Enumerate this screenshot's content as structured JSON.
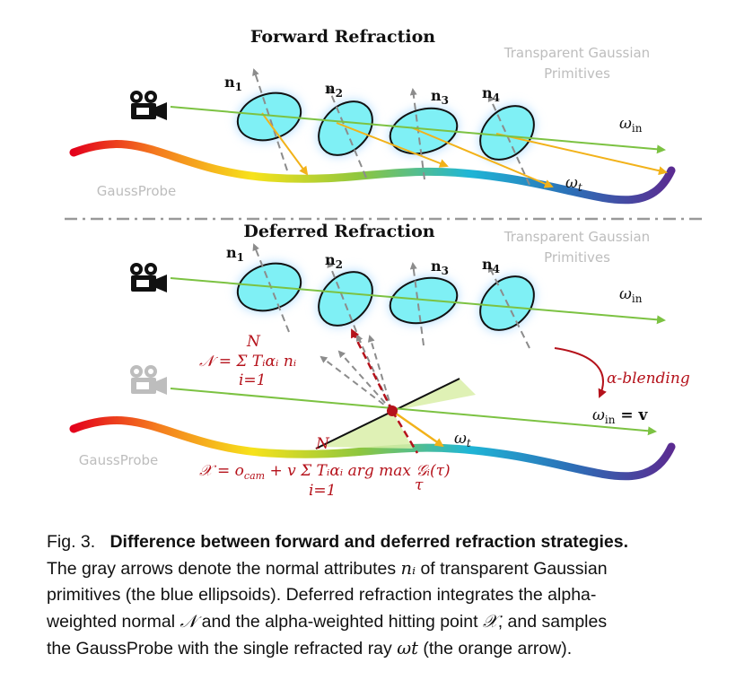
{
  "top": {
    "title": "Forward Refraction",
    "primitives_label_line1": "Transparent Gaussian",
    "primitives_label_line2": "Primitives",
    "probe_label": "GaussProbe",
    "normals": [
      "n",
      "n",
      "n",
      "n"
    ],
    "normal_subs": [
      "1",
      "2",
      "3",
      "4"
    ],
    "omega_in": "ω",
    "omega_in_sub": "in",
    "omega_t": "ω",
    "omega_t_sub": "t"
  },
  "bottom": {
    "title": "Deferred Refraction",
    "primitives_label_line1": "Transparent Gaussian",
    "primitives_label_line2": "Primitives",
    "probe_label": "GaussProbe",
    "normals": [
      "n",
      "n",
      "n",
      "n"
    ],
    "normal_subs": [
      "1",
      "2",
      "3",
      "4"
    ],
    "omega_in": "ω",
    "omega_in_sub": "in",
    "omega_in_v": "ω",
    "omega_in_v_sub": "in",
    "omega_in_v_eq": " = v",
    "omega_t": "ω",
    "omega_t_sub": "t",
    "alpha_blending": "α-blending",
    "formula_N": "𝒩 = Σ Tᵢαᵢ nᵢ",
    "formula_N_limits_top": "N",
    "formula_N_limits_bottom": "i=1",
    "formula_X": "𝒳 = o",
    "formula_X_sub": "cam",
    "formula_X_rest": " + v Σ Tᵢαᵢ arg max 𝒢ᵢ(τ)",
    "formula_X_limits_top": "N",
    "formula_X_limits_bottom": "i=1",
    "formula_X_tau": "τ"
  },
  "caption": {
    "fig_label": "Fig. 3.",
    "heading": "Difference between forward and deferred refraction strategies.",
    "line1": "The gray arrows denote the normal attributes ",
    "line1_math": "nᵢ",
    "line1_end": " of transparent Gaussian",
    "line2": "primitives (the blue ellipsoids). Deferred refraction integrates the alpha-",
    "line3a": "weighted normal ",
    "line3_math1": "𝒩",
    "line3b": " and the alpha-weighted hitting point ",
    "line3_math2": "𝒳",
    "line3c": ", and samples",
    "line4a": "the GaussProbe with the single refracted ray ",
    "line4_math": "ωt",
    "line4b": " (the orange arrow)."
  },
  "colors": {
    "ellipse_fill": "#7ff0f5",
    "ellipse_glow": "#9bd3ff",
    "incident_ray": "#7cc242",
    "refracted_ray": "#f2b21a",
    "normal_arrow": "#8c8c8c",
    "accent_red": "#b5121b",
    "divider": "#999999"
  }
}
